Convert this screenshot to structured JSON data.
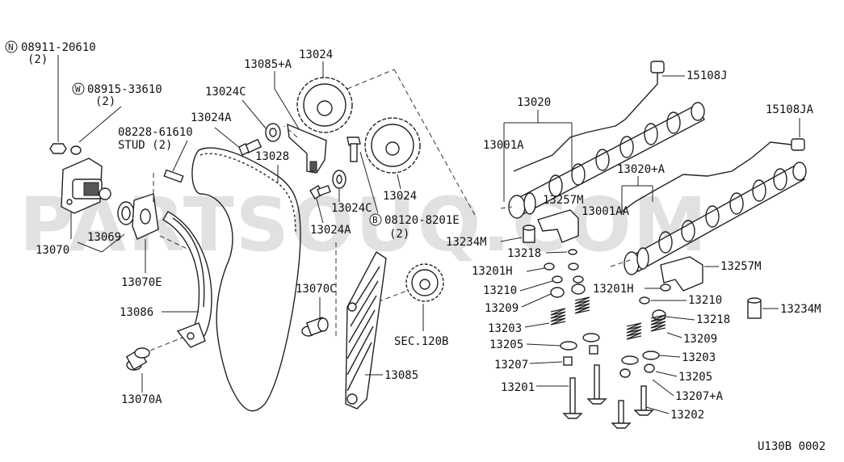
{
  "diagram": {
    "code": "U130B 0002",
    "watermark": "PARTSOUQ.COM",
    "labels": {
      "n08911": "08911-20610",
      "n08911_qty": "(2)",
      "w08915": "08915-33610",
      "w08915_qty": "(2)",
      "n08228": "08228-61610",
      "stud": "STUD (2)",
      "p13024C_top": "13024C",
      "p13024A_top": "13024A",
      "p13085A": "13085+A",
      "p13024_top": "13024",
      "p13028": "13028",
      "p13024_right": "13024",
      "p13024C_mid": "13024C",
      "p13024A_mid": "13024A",
      "b08120": "08120-8201E",
      "b08120_qty": "(2)",
      "p13070": "13070",
      "p13069": "13069",
      "p13070E": "13070E",
      "p13086": "13086",
      "p13070A": "13070A",
      "p13070C": "13070C",
      "p13085": "13085",
      "sec120B": "SEC.120B",
      "p13020": "13020",
      "p15108J": "15108J",
      "p15108JA": "15108JA",
      "p13001A": "13001A",
      "p13020A": "13020+A",
      "p13257M_top": "13257M",
      "p13001AA": "13001AA",
      "p13234M_left": "13234M",
      "p13218_left": "13218",
      "p13201H_left": "13201H",
      "p13257M_right": "13257M",
      "p13210_left": "13210",
      "p13201H_right": "13201H",
      "p13209_left": "13209",
      "p13210_right": "13210",
      "p13218_right": "13218",
      "p13234M_right": "13234M",
      "p13203_left": "13203",
      "p13209_right": "13209",
      "p13205_left": "13205",
      "p13203_right": "13203",
      "p13207": "13207",
      "p13205_right": "13205",
      "p13201": "13201",
      "p13207A": "13207+A",
      "p13202": "13202"
    },
    "badges": {
      "n": "N",
      "w": "W",
      "b": "B"
    }
  }
}
